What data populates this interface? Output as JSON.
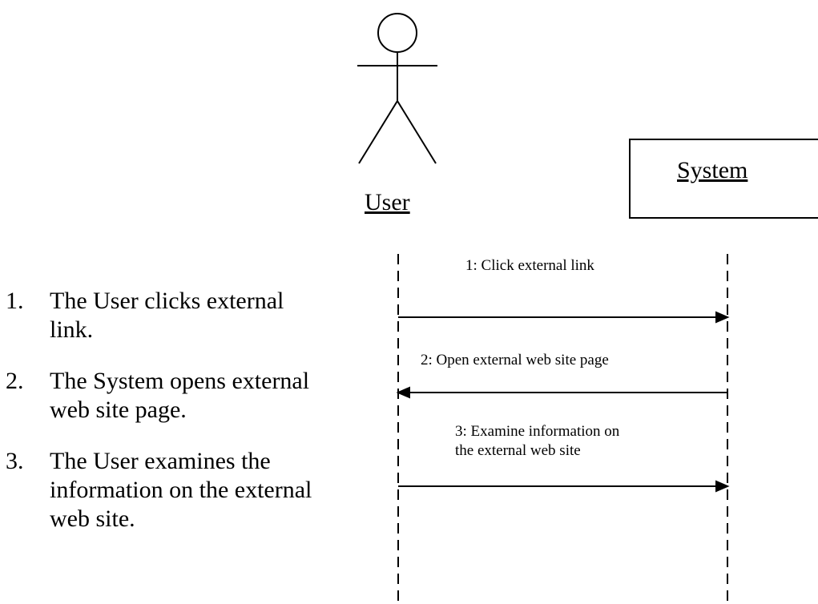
{
  "actors": {
    "user_label": "User",
    "system_label": "System"
  },
  "messages": [
    {
      "label": "1: Click external link",
      "direction": "user-to-system"
    },
    {
      "label": "2: Open external web site page",
      "direction": "system-to-user"
    },
    {
      "label": "3: Examine information on\nthe external web site",
      "direction": "user-to-system"
    }
  ],
  "steps": [
    {
      "number": "1.",
      "text": "The User clicks external\nlink."
    },
    {
      "number": "2.",
      "text": "The System opens external\nweb site page."
    },
    {
      "number": "3.",
      "text": "The User examines the\ninformation on the external\nweb site."
    }
  ]
}
